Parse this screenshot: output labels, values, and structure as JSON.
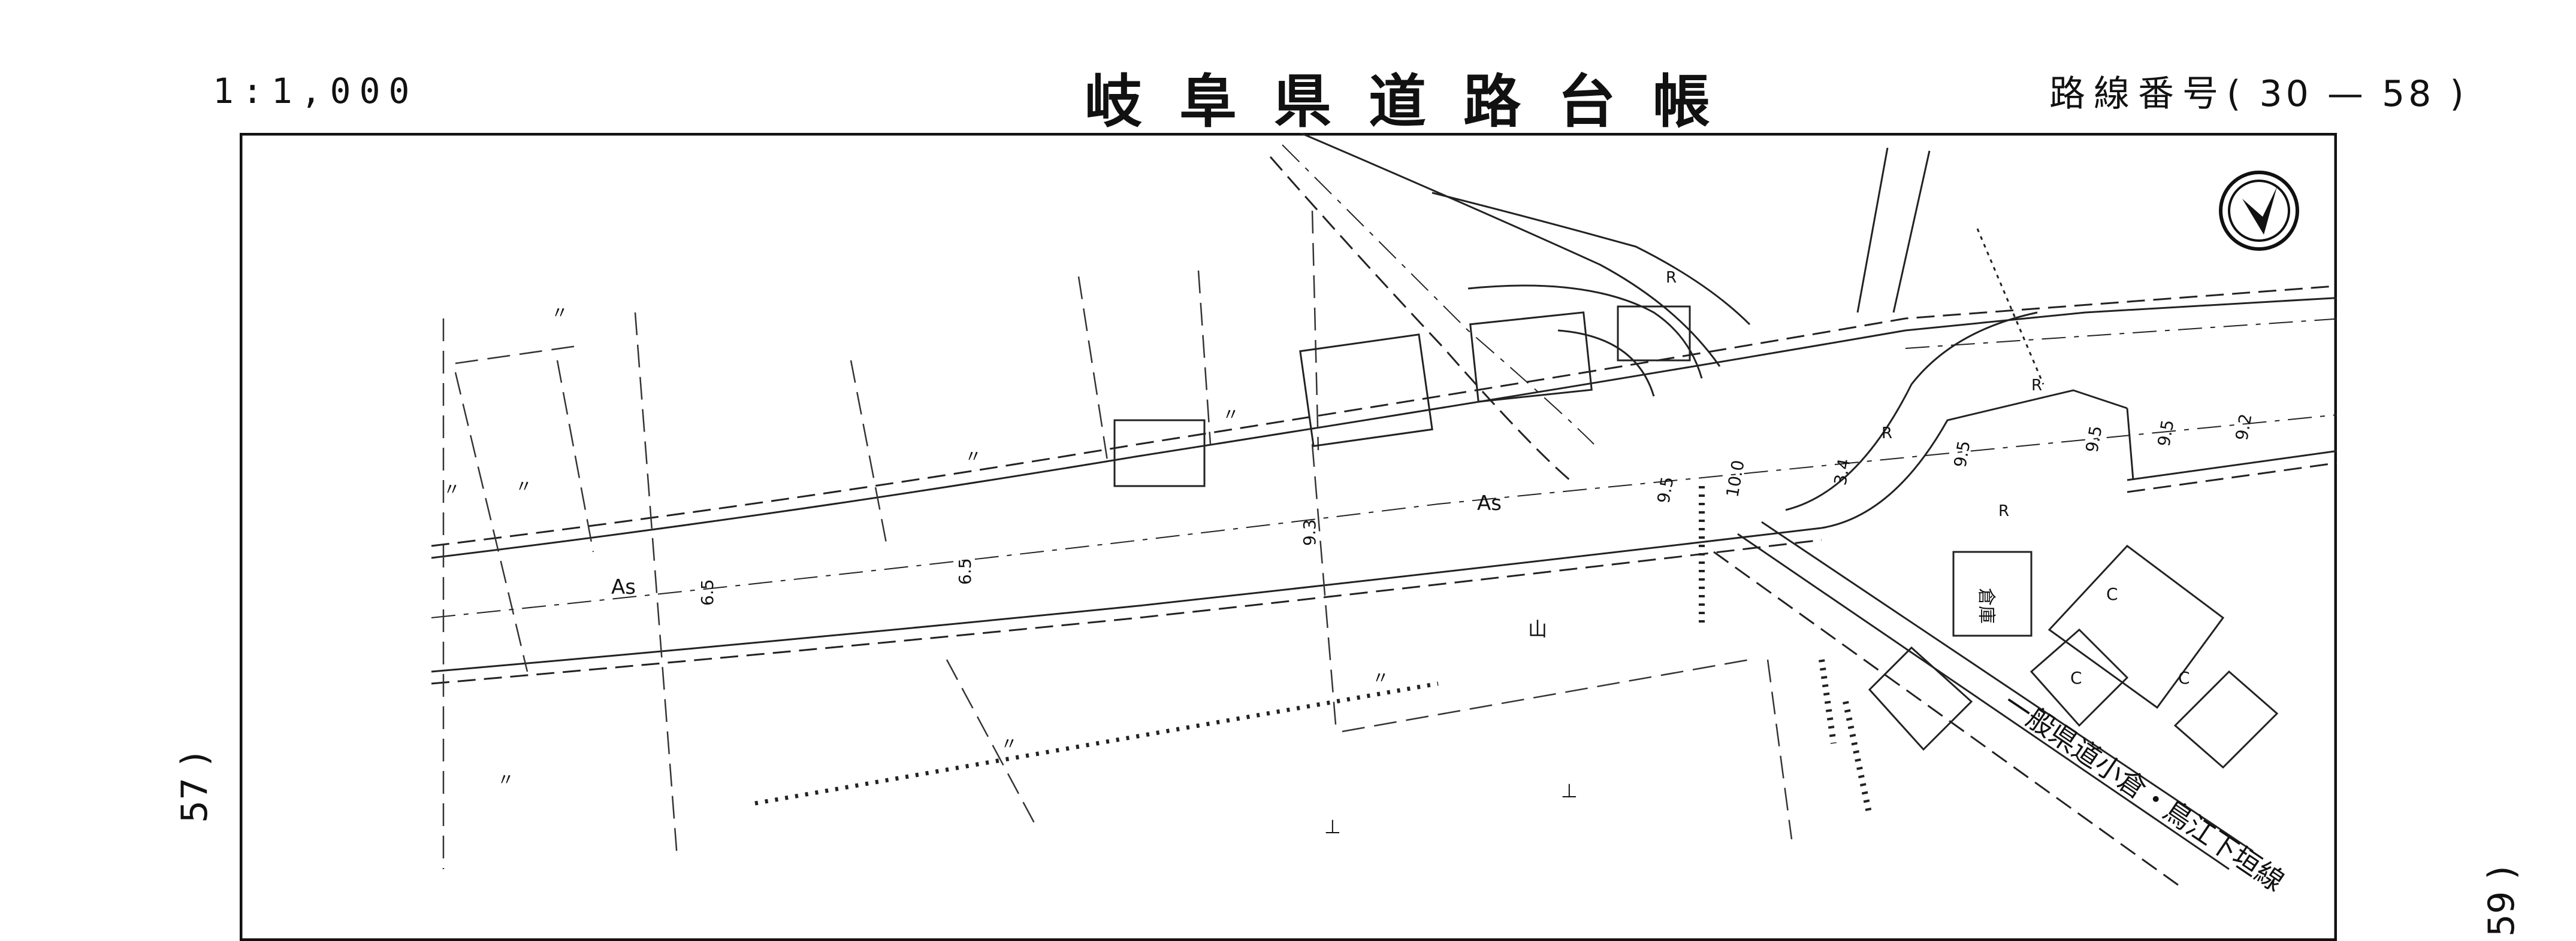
{
  "header": {
    "scale": "1:1,000",
    "title": "岐阜県道路台帳",
    "route_label": "路線番号",
    "route_open": "(",
    "route_number": "30 — 58",
    "route_close": ")"
  },
  "adjacent_sheets": {
    "left": "57 )",
    "right": "59 )"
  },
  "north_arrow": "north-arrow-icon",
  "map": {
    "road_name": "一般県道小倉・鳥江下垣線",
    "pavement_labels": [
      "As",
      "As"
    ],
    "width_labels": [
      "6.5",
      "6.5",
      "9.3",
      "9.5",
      "10.0",
      "3.4",
      "9.5",
      "9.5",
      "9.5",
      "9.2"
    ],
    "curve_labels": [
      "R",
      "R",
      "R",
      "R"
    ],
    "building_labels": [
      "倉庫"
    ],
    "ditto_marks": [
      "〃",
      "〃",
      "〃",
      "〃",
      "〃",
      "〃",
      "〃",
      "〃"
    ],
    "land_symbols": [
      "山",
      "⊥",
      "⊥"
    ],
    "material_labels": [
      "C",
      "C",
      "C"
    ]
  }
}
